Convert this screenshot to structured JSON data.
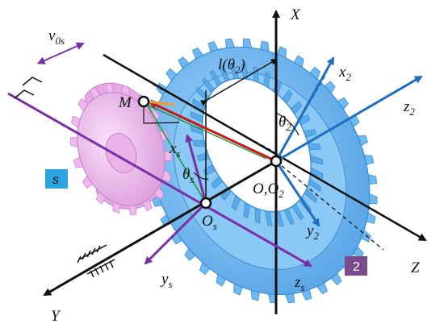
{
  "figure": {
    "description_free": true,
    "colors": {
      "face_gear": "#6fb8f0",
      "face_gear_dark": "#3f8fd6",
      "pinion": "#f0b8ee",
      "pinion_dark": "#cf86d0",
      "axis_black": "#111111",
      "axis_purple": "#7b2fa6",
      "axis_blue": "#1e6fbf",
      "vector_red": "#c81818",
      "vector_green": "#1a9a3a",
      "vector_orange": "#f0a020",
      "box_s": "#2aa5e0",
      "box_2": "#7a4a8a"
    },
    "labels": {
      "X": "X",
      "Y": "Y",
      "Z": "Z",
      "x2": "x",
      "x2_sub": "2",
      "y2": "y",
      "y2_sub": "2",
      "z2": "z",
      "z2_sub": "2",
      "xs": "x",
      "xs_sub": "s",
      "ys": "y",
      "ys_sub": "s",
      "zs": "z",
      "zs_sub": "s",
      "v0s": "v",
      "v0s_sub": "0s",
      "M": "M",
      "l_theta2": "l(θ",
      "l_theta2_sub": "2",
      "l_theta2_close": ")",
      "theta2": "θ",
      "theta2_sub": "2",
      "thetas": "θ",
      "thetas_sub": "s",
      "O_O2": "O,O",
      "O_O2_sub": "2",
      "Os": "O",
      "Os_sub": "s",
      "box_s": "s",
      "box_2": "2"
    }
  }
}
